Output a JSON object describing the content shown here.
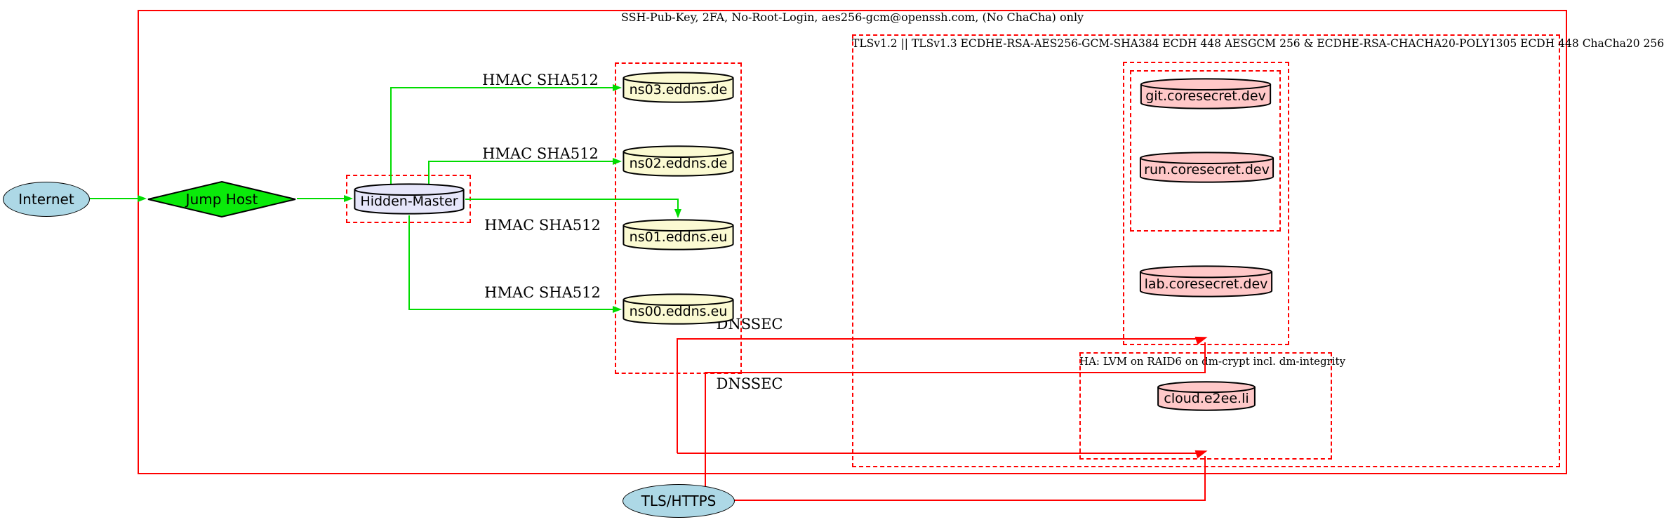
{
  "diagram": {
    "clusters": {
      "ssh": {
        "title": "SSH-Pub-Key, 2FA, No-Root-Login, aes256-gcm@openssh.com, (No ChaCha) only"
      },
      "tls": {
        "title": "TLSv1.2 || TLSv1.3 ECDHE-RSA-AES256-GCM-SHA384 ECDH 448 AESGCM 256 & ECDHE-RSA-CHACHA20-POLY1305 ECDH 448 ChaCha20 256"
      },
      "ha": {
        "title": "HA: LVM on RAID6 on dm-crypt incl. dm-integrity"
      }
    },
    "nodes": {
      "internet": {
        "label": "Internet",
        "shape": "ellipse"
      },
      "jump_host": {
        "label": "Jump Host",
        "shape": "diamond"
      },
      "hidden_master": {
        "label": "Hidden-Master",
        "shape": "cylinder"
      },
      "ns03": {
        "label": "ns03.eddns.de",
        "shape": "cylinder"
      },
      "ns02": {
        "label": "ns02.eddns.de",
        "shape": "cylinder"
      },
      "ns01": {
        "label": "ns01.eddns.eu",
        "shape": "cylinder"
      },
      "ns00": {
        "label": "ns00.eddns.eu",
        "shape": "cylinder"
      },
      "git": {
        "label": "git.coresecret.dev",
        "shape": "cylinder"
      },
      "run": {
        "label": "run.coresecret.dev",
        "shape": "cylinder"
      },
      "lab": {
        "label": "lab.coresecret.dev",
        "shape": "cylinder"
      },
      "cloud": {
        "label": "cloud.e2ee.li",
        "shape": "cylinder"
      },
      "tls_https": {
        "label": "TLS/HTTPS",
        "shape": "ellipse"
      }
    },
    "edge_labels": {
      "hmac": "HMAC SHA512",
      "dnssec": "DNSSEC"
    },
    "colors": {
      "red": "#ff0000",
      "green-edge": "#00dc00",
      "green-node": "#0aea0a",
      "lightblue": "#add8e6",
      "lavender": "#e6e6fa",
      "lightyellow": "#fbfad2",
      "pink": "#ffc8c8"
    }
  }
}
